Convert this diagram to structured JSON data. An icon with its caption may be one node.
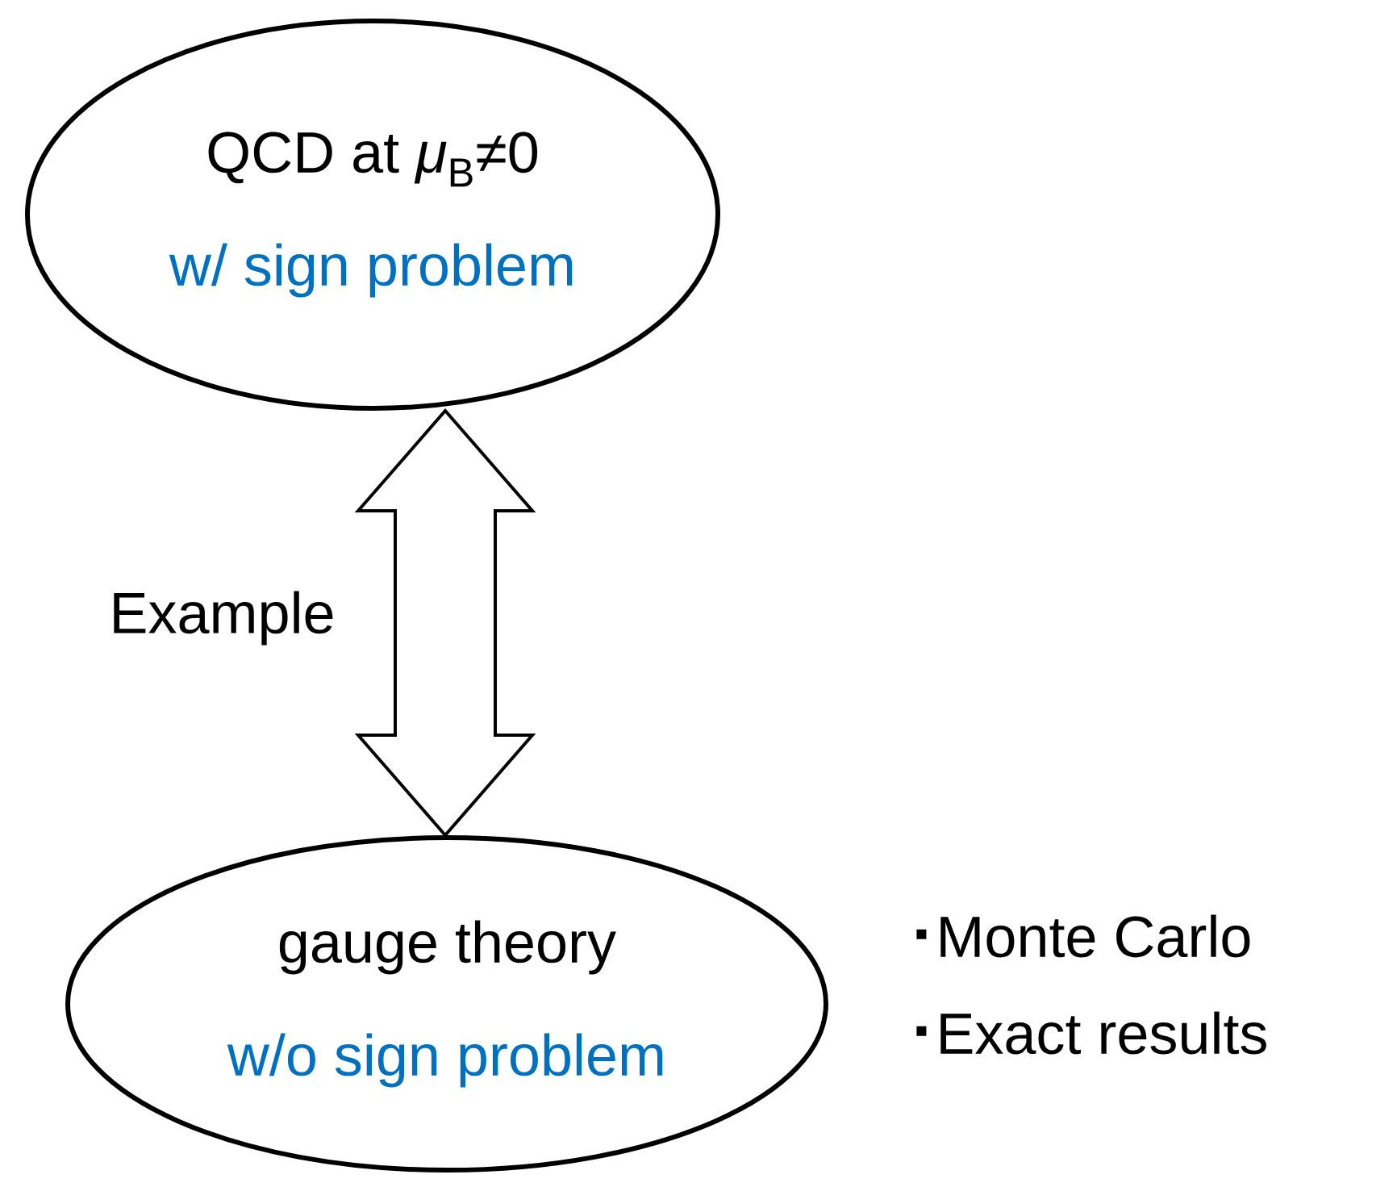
{
  "diagram": {
    "nodes": [
      {
        "text": [
          "QCD at *μ*$_{B}$≠0",
          "w/ sign problem"
        ]
      },
      {
        "text": [
          "gauge theory",
          "w/o sign problem"
        ]
      }
    ],
    "edges": [
      {
        "from": 0,
        "to": 1,
        "arrow": "both",
        "label": "Example"
      }
    ],
    "labels": [
      "Monte Carlo",
      "Exact results"
    ]
  }
}
